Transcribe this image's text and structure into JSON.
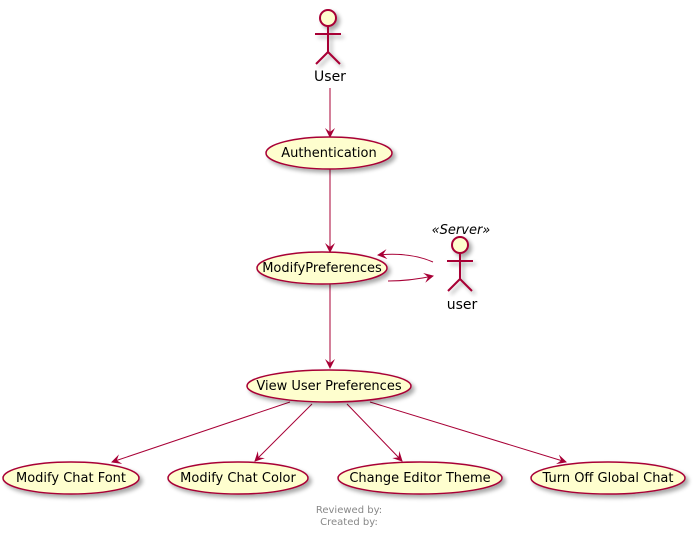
{
  "colors": {
    "line": "#A80036",
    "usecase_fill": "#FEFECE",
    "actor_fill": "#FEFECE",
    "footer_text": "#888888"
  },
  "actors": {
    "user_top": {
      "label": "User",
      "icon": "actor-stick-figure-icon"
    },
    "server_user": {
      "label": "user",
      "stereotype": "«Server»",
      "icon": "actor-stick-figure-icon"
    }
  },
  "usecases": {
    "authentication": "Authentication",
    "modify_preferences": "ModifyPreferences",
    "view_user_preferences": "View User Preferences",
    "modify_chat_font": "Modify Chat Font",
    "modify_chat_color": "Modify Chat Color",
    "change_editor_theme": "Change Editor Theme",
    "turn_off_global_chat": "Turn Off Global Chat"
  },
  "footer": {
    "reviewed_by": "Reviewed by:",
    "created_by": "Created by:"
  }
}
